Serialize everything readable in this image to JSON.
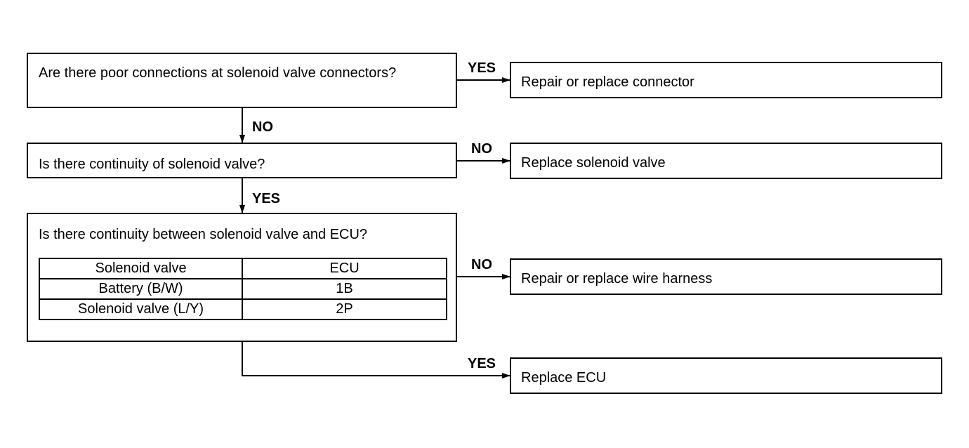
{
  "questions": {
    "q1": "Are there poor connections at solenoid valve connectors?",
    "q2": "Is there continuity of solenoid valve?",
    "q3": "Is there continuity between solenoid valve and ECU?"
  },
  "actions": {
    "a1": "Repair or replace connector",
    "a2": "Replace solenoid valve",
    "a3": "Repair or replace wire harness",
    "a4": "Replace ECU"
  },
  "labels": {
    "q1_yes": "YES",
    "q1_no": "NO",
    "q2_no": "NO",
    "q2_yes": "YES",
    "q3_no": "NO",
    "q3_yes": "YES"
  },
  "table": {
    "headers": [
      "Solenoid valve",
      "ECU"
    ],
    "rows": [
      [
        "Battery (B/W)",
        "1B"
      ],
      [
        "Solenoid valve (L/Y)",
        "2P"
      ]
    ]
  }
}
